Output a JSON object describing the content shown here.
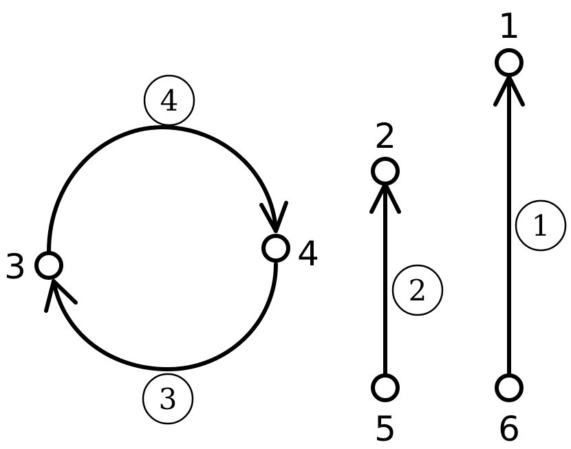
{
  "nodes": [
    {
      "id": "1",
      "label": "1"
    },
    {
      "id": "2",
      "label": "2"
    },
    {
      "id": "3",
      "label": "3"
    },
    {
      "id": "4",
      "label": "4"
    },
    {
      "id": "5",
      "label": "5"
    },
    {
      "id": "6",
      "label": "6"
    }
  ],
  "edges": [
    {
      "id": "1",
      "label": "1",
      "from": "6",
      "to": "1"
    },
    {
      "id": "2",
      "label": "2",
      "from": "5",
      "to": "2"
    },
    {
      "id": "3",
      "label": "3",
      "from": "4",
      "to": "3"
    },
    {
      "id": "4",
      "label": "4",
      "from": "3",
      "to": "4"
    }
  ],
  "colors": {
    "stroke": "#000000",
    "background": "#ffffff"
  }
}
